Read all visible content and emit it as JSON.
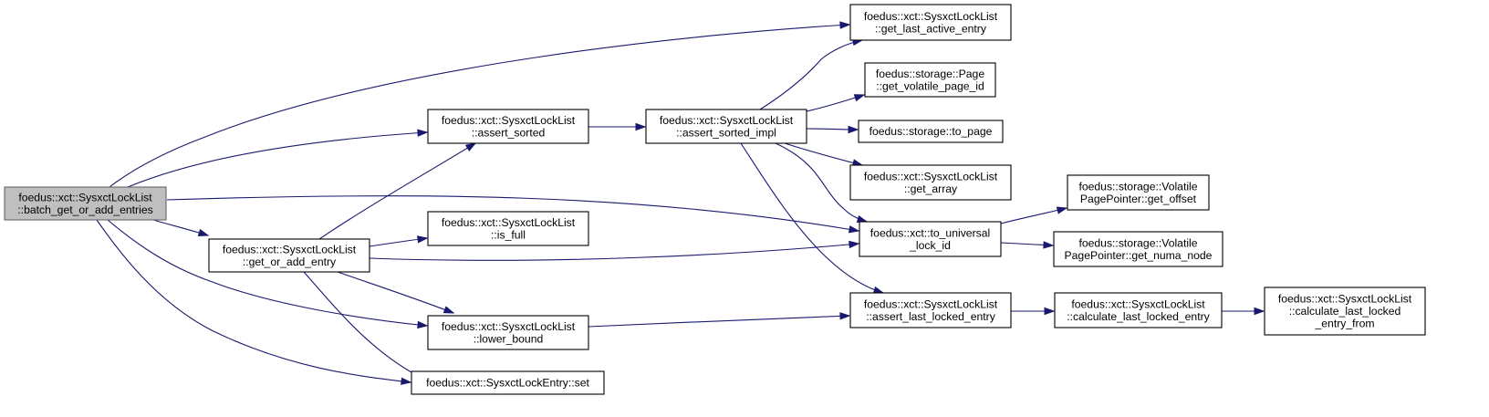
{
  "graph": {
    "type": "call-graph",
    "colors": {
      "edge": "#191970",
      "root_fill": "#bfbfbf",
      "node_fill": "#ffffff",
      "node_border": "#000000"
    },
    "nodes": {
      "batch_get_or_add_entries": {
        "lines": [
          "foedus::xct::SysxctLockList",
          "::batch_get_or_add_entries"
        ],
        "root": true
      },
      "assert_sorted": {
        "lines": [
          "foedus::xct::SysxctLockList",
          "::assert_sorted"
        ]
      },
      "get_or_add_entry": {
        "lines": [
          "foedus::xct::SysxctLockList",
          "::get_or_add_entry"
        ]
      },
      "is_full": {
        "lines": [
          "foedus::xct::SysxctLockList",
          "::is_full"
        ]
      },
      "lower_bound": {
        "lines": [
          "foedus::xct::SysxctLockList",
          "::lower_bound"
        ]
      },
      "set": {
        "lines": [
          "foedus::xct::SysxctLockEntry::set"
        ]
      },
      "assert_sorted_impl": {
        "lines": [
          "foedus::xct::SysxctLockList",
          "::assert_sorted_impl"
        ]
      },
      "get_last_active_entry": {
        "lines": [
          "foedus::xct::SysxctLockList",
          "::get_last_active_entry"
        ]
      },
      "get_volatile_page_id": {
        "lines": [
          "foedus::storage::Page",
          "::get_volatile_page_id"
        ]
      },
      "to_page": {
        "lines": [
          "foedus::storage::to_page"
        ]
      },
      "get_array": {
        "lines": [
          "foedus::xct::SysxctLockList",
          "::get_array"
        ]
      },
      "to_universal_lock_id": {
        "lines": [
          "foedus::xct::to_universal",
          "_lock_id"
        ]
      },
      "assert_last_locked_entry": {
        "lines": [
          "foedus::xct::SysxctLockList",
          "::assert_last_locked_entry"
        ]
      },
      "get_offset": {
        "lines": [
          "foedus::storage::Volatile",
          "PagePointer::get_offset"
        ]
      },
      "get_numa_node": {
        "lines": [
          "foedus::storage::Volatile",
          "PagePointer::get_numa_node"
        ]
      },
      "calculate_last_locked_entry": {
        "lines": [
          "foedus::xct::SysxctLockList",
          "::calculate_last_locked_entry"
        ]
      },
      "calculate_last_locked_entry_from": {
        "lines": [
          "foedus::xct::SysxctLockList",
          "::calculate_last_locked",
          "_entry_from"
        ]
      }
    },
    "edges": [
      [
        "batch_get_or_add_entries",
        "get_last_active_entry"
      ],
      [
        "batch_get_or_add_entries",
        "assert_sorted"
      ],
      [
        "batch_get_or_add_entries",
        "to_universal_lock_id"
      ],
      [
        "batch_get_or_add_entries",
        "get_or_add_entry"
      ],
      [
        "batch_get_or_add_entries",
        "lower_bound"
      ],
      [
        "batch_get_or_add_entries",
        "set"
      ],
      [
        "assert_sorted",
        "assert_sorted_impl"
      ],
      [
        "get_or_add_entry",
        "assert_sorted"
      ],
      [
        "get_or_add_entry",
        "is_full"
      ],
      [
        "get_or_add_entry",
        "to_universal_lock_id"
      ],
      [
        "get_or_add_entry",
        "lower_bound"
      ],
      [
        "get_or_add_entry",
        "set"
      ],
      [
        "assert_sorted_impl",
        "get_last_active_entry"
      ],
      [
        "assert_sorted_impl",
        "get_volatile_page_id"
      ],
      [
        "assert_sorted_impl",
        "to_page"
      ],
      [
        "assert_sorted_impl",
        "get_array"
      ],
      [
        "assert_sorted_impl",
        "to_universal_lock_id"
      ],
      [
        "assert_sorted_impl",
        "assert_last_locked_entry"
      ],
      [
        "lower_bound",
        "assert_last_locked_entry"
      ],
      [
        "to_universal_lock_id",
        "get_offset"
      ],
      [
        "to_universal_lock_id",
        "get_numa_node"
      ],
      [
        "assert_last_locked_entry",
        "calculate_last_locked_entry"
      ],
      [
        "calculate_last_locked_entry",
        "calculate_last_locked_entry_from"
      ]
    ]
  }
}
